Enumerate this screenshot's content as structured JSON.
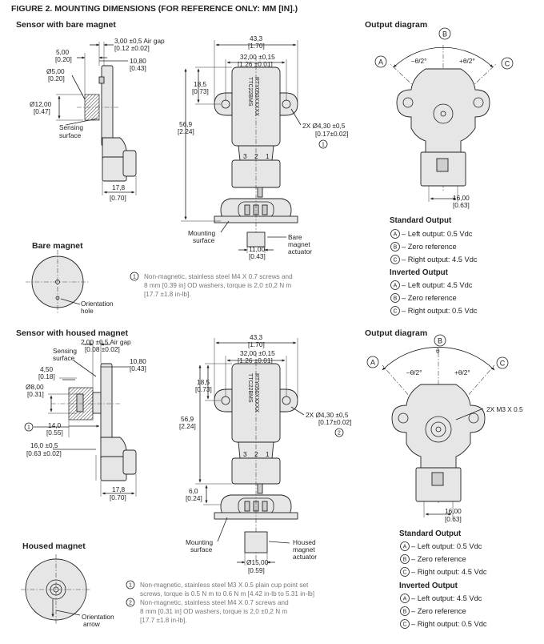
{
  "figure_title": "FIGURE 2. MOUNTING DIMENSIONS (FOR REFERENCE ONLY: MM [IN].)",
  "top": {
    "section_title": "Sensor with bare magnet",
    "side_dims": {
      "air_gap": "3,00 ±0,5 Air gap",
      "air_gap_in": "[0.12 ±0.02]",
      "d1": "5,00",
      "d1_in": "[0.20]",
      "d2": "10,80",
      "d2_in": "[0.43]",
      "d3": "Ø5,00",
      "d3_in": "[0.20]",
      "d4": "Ø12,00",
      "d4_in": "[0.47]",
      "sensing": "Sensing",
      "surface": "surface",
      "d5": "17,8",
      "d5_in": "[0.70]"
    },
    "front_dims": {
      "w1": "43,3",
      "w1_in": "[1.70]",
      "w2": "32,00 ±0,15",
      "w2_in": "[1.26 ±0.01]",
      "h1": "18,5",
      "h1_in": "[0.73]",
      "h2": "56,9",
      "h2_in": "[2.24]",
      "hole": "2X Ø4,30 ±0,5",
      "hole_in": "[0.17±0.02]",
      "hole_note": "1",
      "body_text1": "TTC22BMS",
      "body_text2": "RTY050XXXXX",
      "pins": [
        "3",
        "2",
        "1"
      ],
      "mount1": "Mounting",
      "mount2": "surface",
      "act1": "Bare",
      "act2": "magnet",
      "act3": "actuator",
      "act_w": "11,00",
      "act_w_in": "[0.43]"
    },
    "magnet_title": "Bare magnet",
    "orient1": "Orientation",
    "orient2": "hole",
    "note_num": "1",
    "note_lines": [
      "Non-magnetic, stainless steel M4 X 0.7 screws and",
      "8 mm [0.39 in] OD washers, torque is 2,0 ±0,2 N m",
      "[17.7 ±1.8 in-lb]."
    ],
    "output_title": "Output diagram",
    "out_dims": {
      "w": "16,00",
      "w_in": "[0.63]"
    },
    "angle_left": "–θ/2°",
    "angle_right": "+θ/2°",
    "marks": [
      "A",
      "B",
      "C"
    ]
  },
  "bottom": {
    "section_title": "Sensor with housed magnet",
    "side_dims": {
      "air_gap": "2,00 ±0,5 Air gap",
      "air_gap_in": "[0.08 ±0.02]",
      "sensing": "Sensing",
      "surface": "surface",
      "d1": "4,50",
      "d1_in": "[0.18]",
      "d2": "10,80",
      "d2_in": "[0.43]",
      "d3": "Ø8,00",
      "d3_in": "[0.31]",
      "d4": "14,0",
      "d4_in": "[0.55]",
      "d5": "16,0 ±0,5",
      "d5_in": "[0.63 ±0.02]",
      "d6": "17,8",
      "d6_in": "[0.70]",
      "callout": "1"
    },
    "front_dims": {
      "w1": "43,3",
      "w1_in": "[1.70]",
      "w2": "32,00 ±0,15",
      "w2_in": "[1.26 ±0.01]",
      "h1": "18,5",
      "h1_in": "[0.73]",
      "h2": "56,9",
      "h2_in": "[2.24]",
      "h3": "6,0",
      "h3_in": "[0.24]",
      "hole": "2X Ø4,30 ±0,5",
      "hole_in": "[0.17±0.02]",
      "hole_note": "2",
      "body_text1": "TTC22BMS",
      "body_text2": "RTY050XXXXX",
      "pins": [
        "3",
        "2",
        "1"
      ],
      "mount1": "Mounting",
      "mount2": "surface",
      "act1": "Housed",
      "act2": "magnet",
      "act3": "actuator",
      "act_w": "Ø15,00",
      "act_w_in": "[0.59]"
    },
    "magnet_title": "Housed magnet",
    "orient1": "Orientation",
    "orient2": "arrow",
    "notes": [
      {
        "num": "1",
        "lines": [
          "Non-magnetic, stainless steel M3 X 0.5 plain cup point set",
          "screws, torque is 0.5 N m to 0.6 N m [4.42 in-lb to 5.31 in-lb]"
        ]
      },
      {
        "num": "2",
        "lines": [
          "Non-magnetic, stainless steel M4 X 0.7 screws and",
          "8 mm [0.31 in] OD washers, torque is 2,0 ±0,2 N m",
          "[17.7 ±1.8 in-lb]."
        ]
      }
    ],
    "output_title": "Output diagram",
    "screw": "2X M3 X 0.5",
    "out_dims": {
      "w": "16,00",
      "w_in": "[0.63]"
    },
    "angle_left": "–θ/2°",
    "angle_right": "+θ/2°",
    "theta": "θ",
    "marks": [
      "A",
      "B",
      "C"
    ]
  },
  "legend_top": {
    "std_title": "Standard Output",
    "std": [
      {
        "mark": "A",
        "text": "– Left output: 0.5 Vdc"
      },
      {
        "mark": "B",
        "text": "– Zero reference"
      },
      {
        "mark": "C",
        "text": "– Right output: 4.5 Vdc"
      }
    ],
    "inv_title": "Inverted Output",
    "inv": [
      {
        "mark": "A",
        "text": "– Left output: 4.5 Vdc"
      },
      {
        "mark": "B",
        "text": "– Zero reference"
      },
      {
        "mark": "C",
        "text": "– Right output: 0.5 Vdc"
      }
    ]
  },
  "legend_bottom": {
    "std_title": "Standard Output",
    "std": [
      {
        "mark": "A",
        "text": "– Left output: 0.5 Vdc"
      },
      {
        "mark": "B",
        "text": "– Zero reference"
      },
      {
        "mark": "C",
        "text": "– Right output: 4.5 Vdc"
      }
    ],
    "inv_title": "Inverted Output",
    "inv": [
      {
        "mark": "A",
        "text": "– Left output: 4.5 Vdc"
      },
      {
        "mark": "B",
        "text": "– Zero reference"
      },
      {
        "mark": "C",
        "text": "– Right output: 0.5 Vdc"
      }
    ]
  }
}
